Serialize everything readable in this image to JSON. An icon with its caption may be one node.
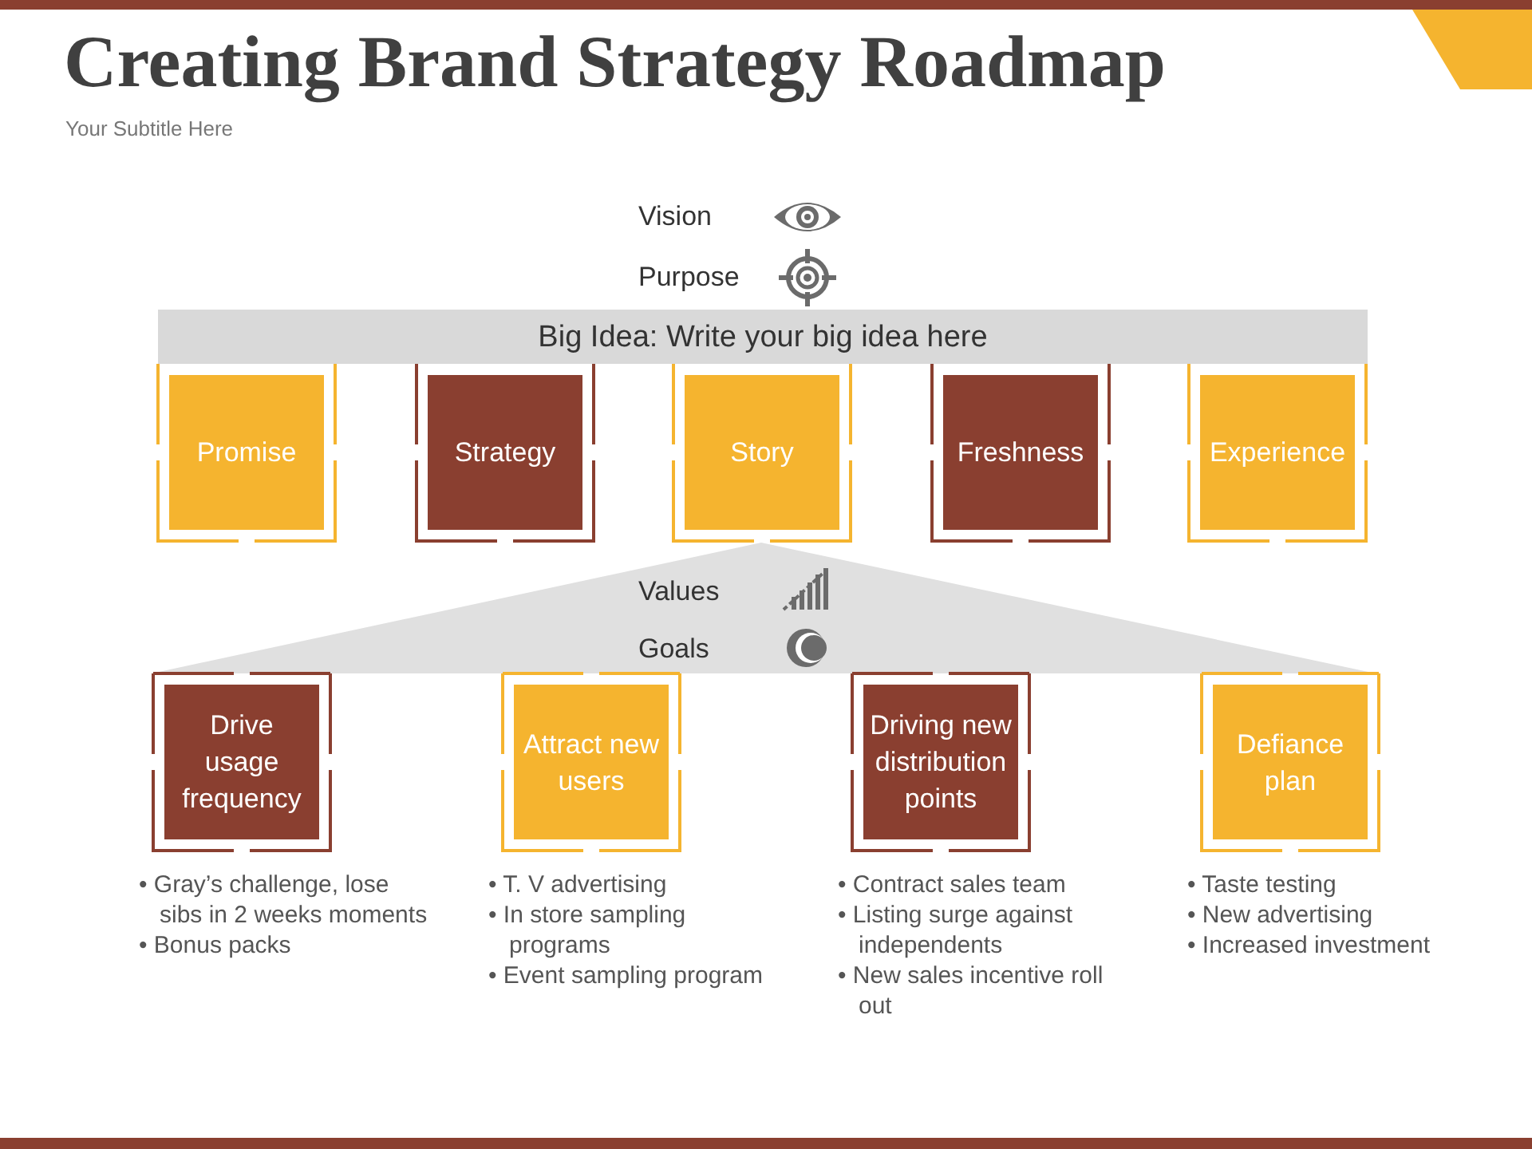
{
  "diagram": {
    "title": "Creating Brand Strategy Roadmap",
    "nodes": [
      {
        "text": [
          "Big Idea: Write your big idea here"
        ]
      },
      {
        "text": [
          "Promise"
        ]
      },
      {
        "text": [
          "Strategy"
        ]
      },
      {
        "text": [
          "Story"
        ]
      },
      {
        "text": [
          "Freshness"
        ]
      },
      {
        "text": [
          "Experience"
        ]
      },
      {
        "text": [
          "Drive usage frequency"
        ],
        "beside": [
          "• Gray’s challenge, lose sibs in 2 weeks moments",
          "• Bonus packs"
        ]
      },
      {
        "text": [
          "Attract new users"
        ],
        "beside": [
          "• T. V advertising",
          "• In store sampling programs",
          "• Event sampling program"
        ]
      },
      {
        "text": [
          "Driving new distribution points"
        ],
        "beside": [
          "• Contract sales team",
          "• Listing surge against independents",
          "• New sales incentive roll out"
        ]
      },
      {
        "text": [
          "Defiance plan"
        ],
        "beside": [
          "• Taste testing",
          "• New advertising",
          "• Increased investment"
        ]
      }
    ],
    "labels": [
      "Your Subtitle Here",
      "Vision",
      "Purpose",
      "Values",
      "Goals"
    ]
  }
}
